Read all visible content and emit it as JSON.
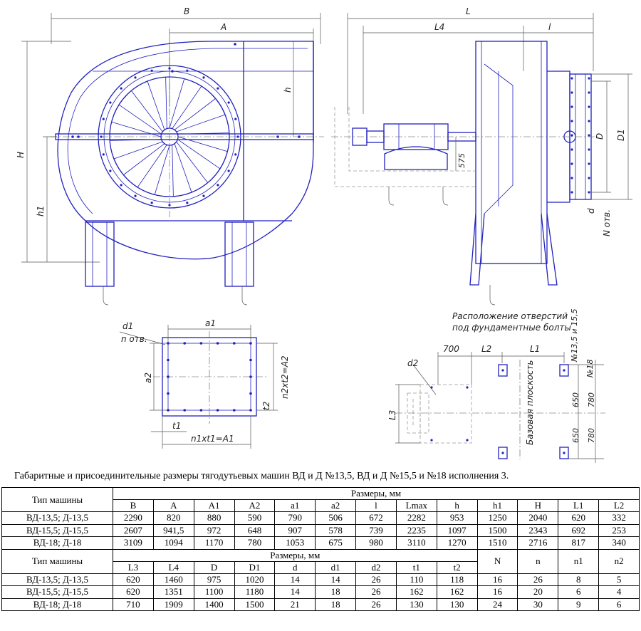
{
  "drawing": {
    "front_view": {
      "B": "B",
      "A": "A",
      "h": "h",
      "H": "H",
      "h1": "h1"
    },
    "side_view": {
      "L": "L",
      "L4": "L4",
      "l": "l",
      "D": "D",
      "D1": "D1",
      "d": "d",
      "N": "N отв.",
      "dim575": "575"
    },
    "flange": {
      "a1": "a1",
      "a2": "a2",
      "d1": "d1",
      "n": "n отв.",
      "n2t2": "n2xt2=A2",
      "t2": "t2",
      "t1": "t1",
      "n1t1": "n1xt1=A1"
    },
    "foundation": {
      "title1": "Расположение отверстий",
      "title2": "под фундаментные болты",
      "dim700": "700",
      "L2": "L2",
      "L1": "L1",
      "d2": "d2",
      "L3": "L3",
      "base": "Базовая плоскость",
      "n135": "№13,5 и 15,5",
      "n18": "№18",
      "dim650a": "650",
      "dim650b": "650",
      "dim780a": "780",
      "dim780b": "780"
    }
  },
  "caption": "Габаритные и присоединительные размеры тягодутьевых машин ВД и Д №13,5, ВД и Д №15,5 и №18 исполнения 3.",
  "table1": {
    "type_header": "Тип машины",
    "sizes_header": "Размеры, мм",
    "columns": [
      "B",
      "A",
      "A1",
      "A2",
      "a1",
      "a2",
      "l",
      "Lmax",
      "h",
      "h1",
      "H",
      "L1",
      "L2"
    ],
    "rows": [
      {
        "name": "ВД-13,5; Д-13,5",
        "values": [
          "2290",
          "820",
          "880",
          "590",
          "790",
          "506",
          "672",
          "2282",
          "953",
          "1250",
          "2040",
          "620",
          "332"
        ]
      },
      {
        "name": "ВД-15,5; Д-15,5",
        "values": [
          "2607",
          "941,5",
          "972",
          "648",
          "907",
          "578",
          "739",
          "2235",
          "1097",
          "1500",
          "2343",
          "692",
          "253"
        ]
      },
      {
        "name": "ВД-18; Д-18",
        "values": [
          "3109",
          "1094",
          "1170",
          "780",
          "1053",
          "675",
          "980",
          "3110",
          "1270",
          "1510",
          "2716",
          "817",
          "340"
        ]
      }
    ]
  },
  "table2": {
    "type_header": "Тип машины",
    "sizes_header": "Размеры, мм",
    "columns": [
      "L3",
      "L4",
      "D",
      "D1",
      "d",
      "d1",
      "d2",
      "t1",
      "t2"
    ],
    "extra_columns": [
      "N",
      "n",
      "n1",
      "n2"
    ],
    "rows": [
      {
        "name": "ВД-13,5; Д-13,5",
        "values": [
          "620",
          "1460",
          "975",
          "1020",
          "14",
          "14",
          "26",
          "110",
          "118",
          "16",
          "26",
          "8",
          "5"
        ]
      },
      {
        "name": "ВД-15,5; Д-15,5",
        "values": [
          "620",
          "1351",
          "1100",
          "1180",
          "14",
          "18",
          "26",
          "162",
          "162",
          "16",
          "20",
          "6",
          "4"
        ]
      },
      {
        "name": "ВД-18; Д-18",
        "values": [
          "710",
          "1909",
          "1400",
          "1500",
          "21",
          "18",
          "26",
          "130",
          "130",
          "24",
          "30",
          "9",
          "6"
        ]
      }
    ]
  }
}
